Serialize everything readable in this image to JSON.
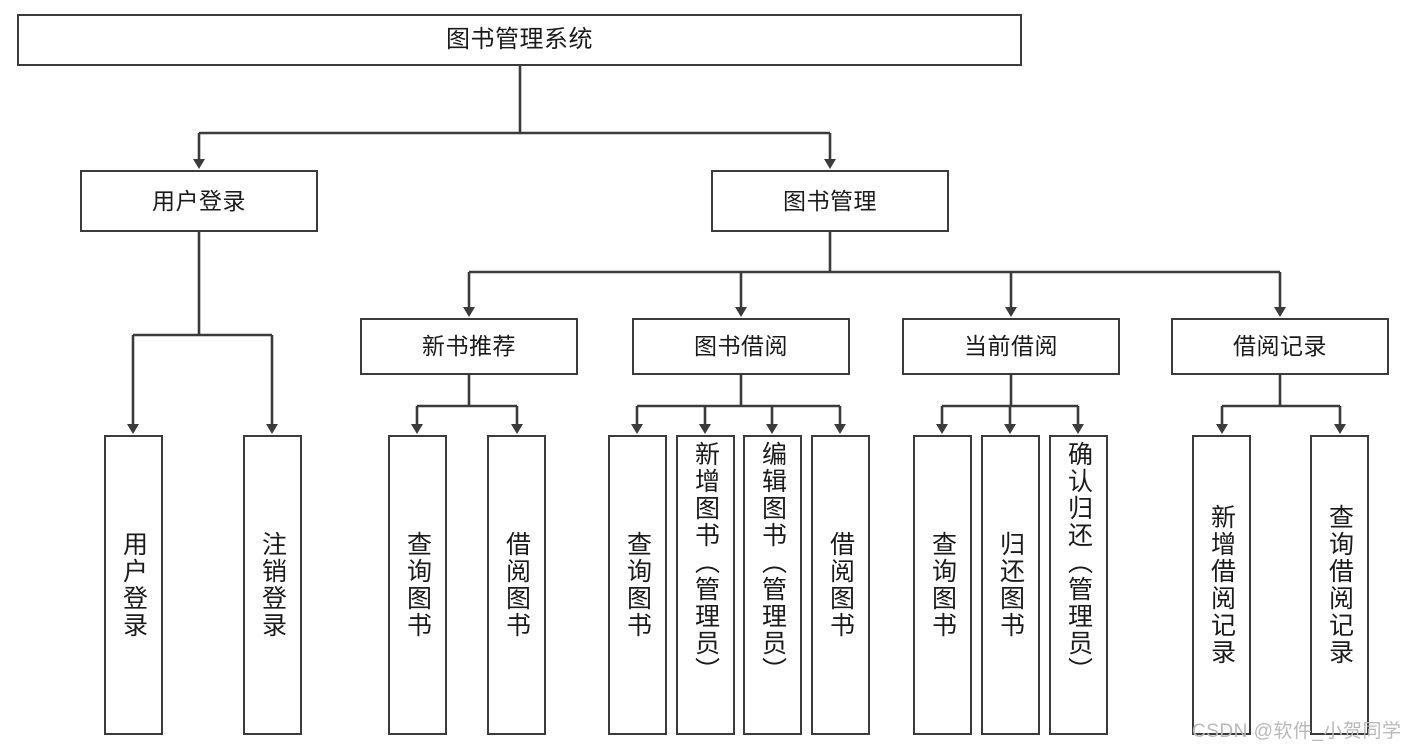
{
  "diagram": {
    "title": "图书管理系统",
    "type": "tree-hierarchy-diagram",
    "colors": {
      "stroke": "#3b3b3b",
      "fill": "#ffffff",
      "text": "#1b1b1b",
      "watermark": "#b9b9b9"
    },
    "root": {
      "label": "图书管理系统"
    },
    "level2": [
      {
        "label": "用户登录"
      },
      {
        "label": "图书管理"
      }
    ],
    "level3": [
      {
        "label": "新书推荐"
      },
      {
        "label": "图书借阅"
      },
      {
        "label": "当前借阅"
      },
      {
        "label": "借阅记录"
      }
    ],
    "leaves": {
      "user_login": [
        {
          "label": "用户登录"
        },
        {
          "label": "注销登录"
        }
      ],
      "new_book_recommend": [
        {
          "label": "查询图书"
        },
        {
          "label": "借阅图书"
        }
      ],
      "book_borrow": [
        {
          "label": "查询图书"
        },
        {
          "label": "新增图书（管理员）"
        },
        {
          "label": "编辑图书（管理员）"
        },
        {
          "label": "借阅图书"
        }
      ],
      "current_borrow": [
        {
          "label": "查询图书"
        },
        {
          "label": "归还图书"
        },
        {
          "label": "确认归还（管理员）"
        }
      ],
      "borrow_record": [
        {
          "label": "新增借阅记录"
        },
        {
          "label": "查询借阅记录"
        }
      ]
    }
  },
  "watermark": {
    "text": "CSDN @软件_小贺同学"
  }
}
